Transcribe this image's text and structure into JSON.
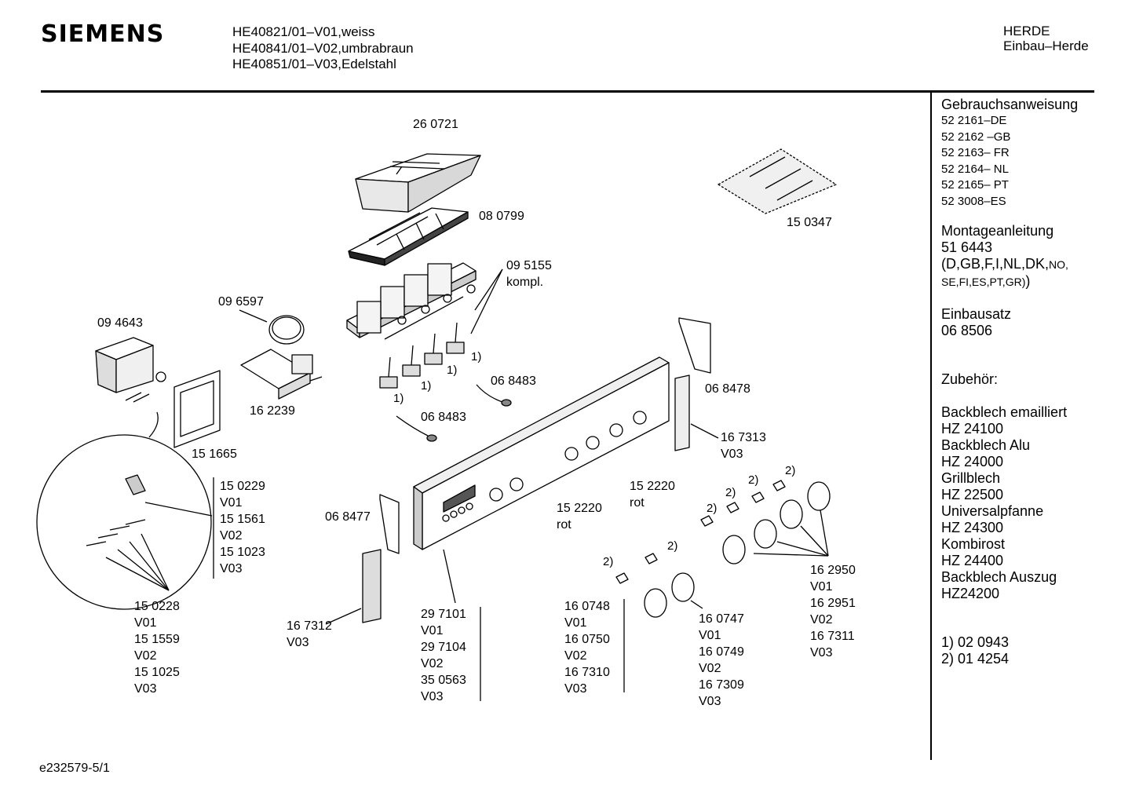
{
  "brand": "SIEMENS",
  "models": [
    "HE40821/01–V01,weiss",
    "HE40841/01–V02,umbrabraun",
    "HE40851/01–V03,Edelstahl"
  ],
  "category": [
    "HERDE",
    "Einbau–Herde"
  ],
  "footer_id": "e232579-5/1",
  "sidebar": {
    "manual_title": "Gebrauchsanweisung",
    "manual_codes": [
      "52 2161–DE",
      "52 2162 –GB",
      "52 2163– FR",
      "52 2164– NL",
      "52 2165– PT",
      "52 3008–ES"
    ],
    "mount_title": "Montageanleitung",
    "mount_code": "51 6443",
    "mount_langs_1": "(D,GB,F,I,NL,DK,",
    "mount_langs_1b": "NO,",
    "mount_langs_2": "SE,FI,ES,PT,GR)",
    "mount_langs_2b": ")",
    "kit_title": "Einbausatz",
    "kit_code": "06 8506",
    "accessory_title": "Zubehör:",
    "accessories": [
      "Backblech emailliert",
      "HZ 24100",
      "Backblech Alu",
      "HZ 24000",
      "Grillblech",
      "HZ 22500",
      "Universalpfanne",
      "HZ 24300",
      "Kombirost",
      "HZ 24400",
      "Backblech Auszug",
      "HZ24200"
    ],
    "notes": [
      "1)  02 0943",
      "2)  01 4254"
    ]
  },
  "labels": {
    "l260721": "26 0721",
    "l080799": "08 0799",
    "l095155": [
      "09 5155",
      "kompl."
    ],
    "l150347": "15 0347",
    "l096597": "09 6597",
    "l094643": "09 4643",
    "l162239": "16 2239",
    "l151665": "15 1665",
    "l068483a": "06 8483",
    "l068483b": "06 8483",
    "l068478": "06 8478",
    "l167313": [
      "16 7313",
      "V03"
    ],
    "l150229": [
      "15 0229",
      "V01",
      "15 1561",
      "V02",
      "15 1023",
      "V03"
    ],
    "l068477": "06 8477",
    "l152220a": [
      "15 2220",
      "rot"
    ],
    "l152220b": [
      "15 2220",
      "rot"
    ],
    "l150228": [
      "15 0228",
      "V01",
      "15 1559",
      "V02",
      "15 1025",
      "V03"
    ],
    "l167312": [
      "16 7312",
      "V03"
    ],
    "l297101": [
      "29 7101",
      "V01",
      "29 7104",
      "V02",
      "35 0563",
      "V03"
    ],
    "l160748": [
      "16 0748",
      "V01",
      "16 0750",
      "V02",
      "16 7310",
      "V03"
    ],
    "l160747": [
      "16 0747",
      "V01",
      "16 0749",
      "V02",
      "16 7309",
      "V03"
    ],
    "l162950": [
      "16 2950",
      "V01",
      "16 2951",
      "V02",
      "16 7311",
      "V03"
    ],
    "footnote_1": "1)",
    "footnote_2": "2)"
  }
}
